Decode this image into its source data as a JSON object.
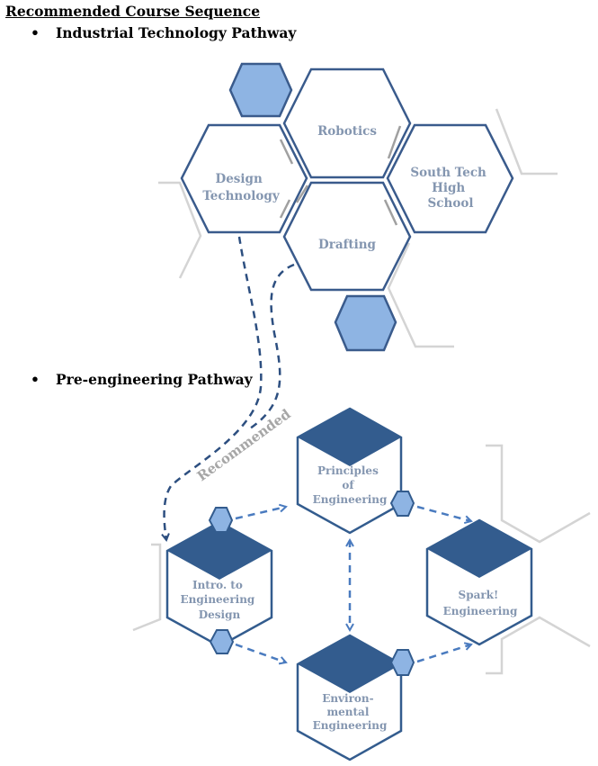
{
  "heading": "Recommended Course Sequence",
  "pathways": [
    {
      "bullet": "•",
      "label": "Industrial Technology Pathway"
    },
    {
      "bullet": "•",
      "label": "Pre-engineering Pathway"
    }
  ],
  "industrial_courses": {
    "robotics": [
      "Robotics"
    ],
    "design_technology": [
      "Design",
      "Technology"
    ],
    "drafting": [
      "Drafting"
    ],
    "south_tech": [
      "South Tech",
      "High",
      "School"
    ]
  },
  "recommended_label": "Recommended",
  "engineering_courses": {
    "principles": [
      "Principles",
      "of",
      "Engineering"
    ],
    "intro": [
      "Intro. to",
      "Engineering",
      "Design"
    ],
    "spark": [
      "Spark!",
      "Engineering"
    ],
    "environmental": [
      "Environ-",
      "mental",
      "Engineering"
    ]
  },
  "colors": {
    "hex_stroke": "#3a5b8c",
    "hex_fill_accent": "#8eb4e3",
    "cube_top": "#335c8e",
    "label_text": "#8496b0",
    "arrow": "#4a7bbf",
    "decor_gray": "#d0d0d0"
  }
}
